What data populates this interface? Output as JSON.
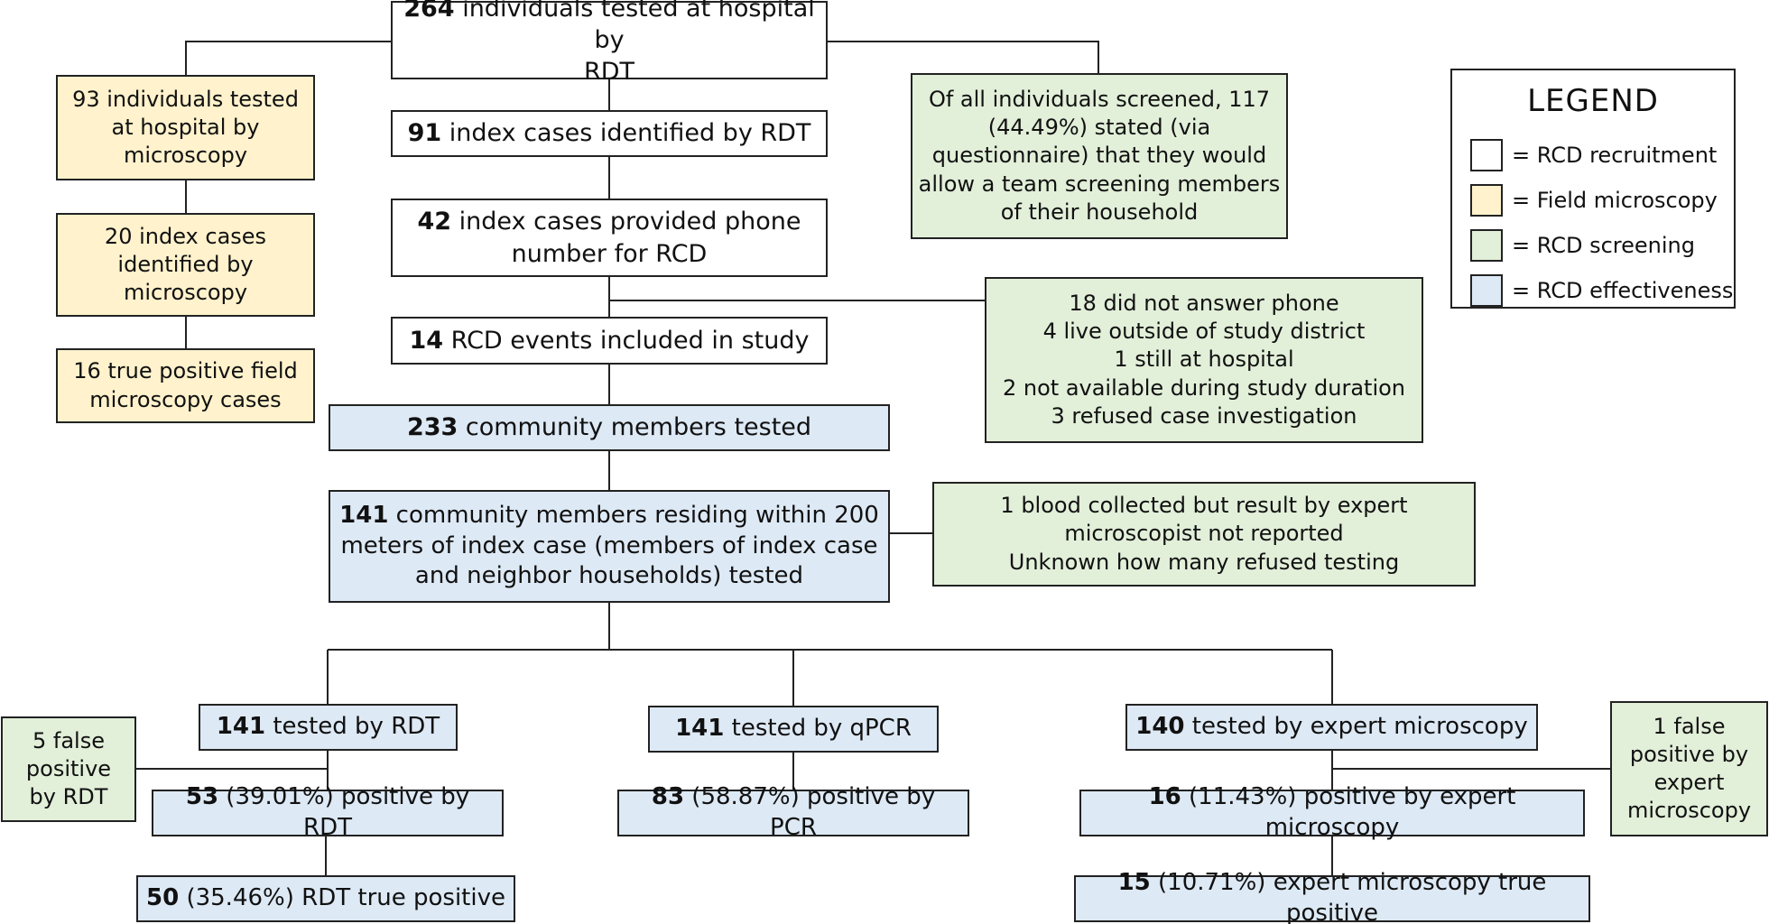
{
  "colors": {
    "recruitment": "#ffffff",
    "field_microscopy": "#fff2cc",
    "screening": "#e2efd9",
    "effectiveness": "#dde9f5",
    "line": "#222222"
  },
  "nodes": {
    "tested_hospital_rdt": {
      "bold": "264",
      "text": " individuals tested at hospital by",
      "line2": "RDT"
    },
    "index_cases_rdt": {
      "bold": "91",
      "text": " index cases identified by RDT"
    },
    "phone_provided": {
      "bold": "42",
      "text": " index cases provided phone",
      "line2": "number for RCD"
    },
    "rcd_events": {
      "bold": "14",
      "text": " RCD events included in study"
    },
    "community_tested": {
      "bold": "233",
      "text": " community members tested"
    },
    "within_200m": {
      "bold": "141",
      "text": " community members residing within 200",
      "line2": "meters of index case (members of index case",
      "line3": "and neighbor households) tested"
    },
    "tested_rdt": {
      "bold": "141",
      "text": " tested by RDT"
    },
    "tested_qpcr": {
      "bold": "141",
      "text": " tested by qPCR"
    },
    "tested_expert": {
      "bold": "140",
      "text": " tested by expert microscopy"
    },
    "positive_rdt": {
      "bold": "53",
      "text": " (39.01%) positive by RDT"
    },
    "positive_pcr": {
      "bold": "83",
      "text": " (58.87%) positive by PCR"
    },
    "positive_expert": {
      "bold": "16",
      "text": " (11.43%) positive by expert microscopy"
    },
    "rdt_true_positive": {
      "bold": "50",
      "text": " (35.46%) RDT true positive"
    },
    "expert_true_positive": {
      "bold": "15",
      "text": " (10.71%) expert microscopy true positive"
    },
    "hospital_microscopy": {
      "lines": [
        "93 individuals tested",
        "at hospital by",
        "microscopy"
      ]
    },
    "index_microscopy": {
      "lines": [
        "20 index cases",
        "identified by",
        "microscopy"
      ]
    },
    "true_positive_field": {
      "lines": [
        "16 true positive field",
        "microscopy cases"
      ]
    },
    "questionnaire": {
      "lines": [
        "Of all individuals screened, 117",
        "(44.49%) stated (via",
        "questionnaire) that they would",
        "allow a team screening members",
        "of their household"
      ]
    },
    "exclusions": {
      "lines": [
        "18 did not answer phone",
        "4 live outside of study district",
        "1 still at hospital",
        "2 not available during study duration",
        "3 refused case investigation"
      ]
    },
    "blood_note": {
      "lines": [
        "1 blood collected but result by expert",
        "microscopist not reported",
        "Unknown how many refused testing"
      ]
    },
    "false_positive_rdt": {
      "lines": [
        "5 false",
        "positive",
        "by RDT"
      ]
    },
    "false_positive_expert": {
      "lines": [
        "1 false",
        "positive by",
        "expert",
        "microscopy"
      ]
    }
  },
  "legend": {
    "title": "LEGEND",
    "items": [
      {
        "label": "= RCD recruitment",
        "color": "#ffffff"
      },
      {
        "label": "= Field microscopy",
        "color": "#fff2cc"
      },
      {
        "label": "= RCD screening",
        "color": "#e2efd9"
      },
      {
        "label": "= RCD effectiveness",
        "color": "#dde9f5"
      }
    ]
  }
}
